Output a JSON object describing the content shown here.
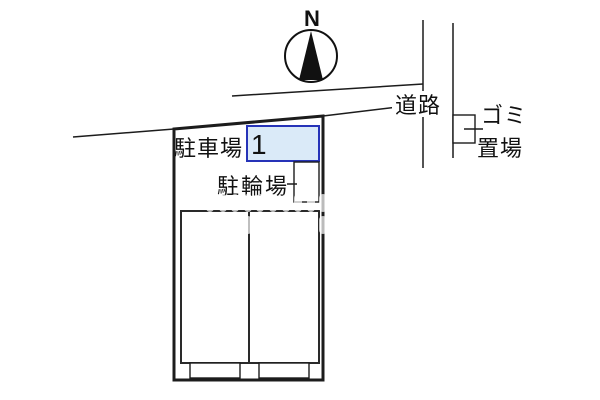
{
  "plan": {
    "labels": {
      "compass_north": "N",
      "road": "道路",
      "garbage_line1": "ゴミ",
      "garbage_line2": "置場",
      "parking_lot": "駐車場",
      "parking_space_number": "1",
      "bicycle_parking": "駐輪場"
    },
    "colors": {
      "line": "#1c1c1c",
      "site_fill": "#ebebeb",
      "building_fill": "#fcf4c6",
      "parking_space_fill": "#daeaf8",
      "parking_space_border": "#2633b8",
      "box_fill": "#ffffff"
    }
  }
}
